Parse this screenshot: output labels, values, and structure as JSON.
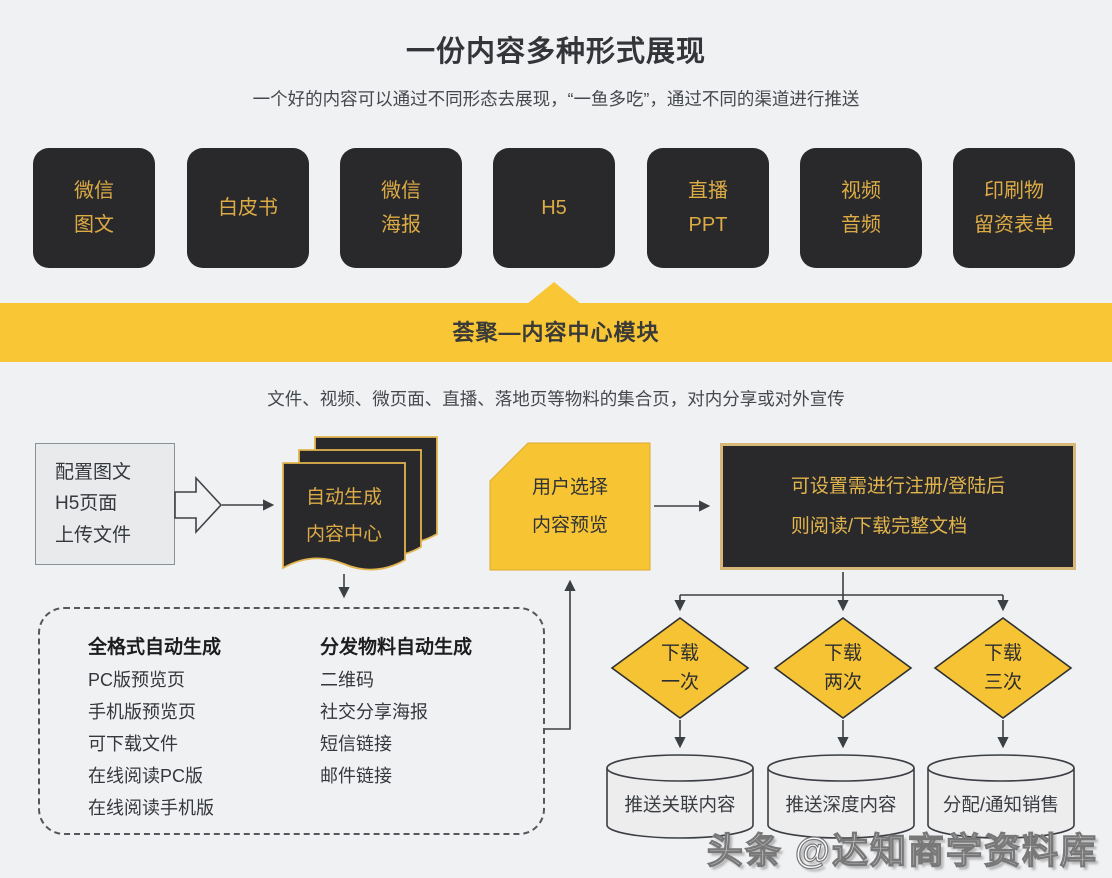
{
  "header": {
    "title": "一份内容多种形式展现",
    "subtitle": "一个好的内容可以通过不同形态去展现，“一鱼多吃”，通过不同的渠道进行推送"
  },
  "formats": [
    "微信\n图文",
    "白皮书",
    "微信\n海报",
    "H5",
    "直播\nPPT",
    "视频\n音频",
    "印刷物\n留资表单"
  ],
  "banner": {
    "label": "荟聚—内容中心模块"
  },
  "section": {
    "description": "文件、视频、微页面、直播、落地页等物料的集合页，对内分享或对外宣传"
  },
  "flow": {
    "config_box": "配置图文\nH5页面\n上传文件",
    "content_center_docs": "自动生成\n内容中心",
    "user_preview": "用户选择\n内容预览",
    "gate_note": "可设置需进行注册/登陆后\n则阅读/下载完整文档",
    "auto_generate": {
      "full_format_title": "全格式自动生成",
      "full_format_items": [
        "PC版预览页",
        "手机版预览页",
        "可下载文件",
        "在线阅读PC版",
        "在线阅读手机版"
      ],
      "distribution_title": "分发物料自动生成",
      "distribution_items": [
        "二维码",
        "社交分享海报",
        "短信链接",
        "邮件链接"
      ]
    },
    "decisions": [
      "下载\n一次",
      "下载\n两次",
      "下载\n三次"
    ],
    "outcomes": [
      "推送关联内容",
      "推送深度内容",
      "分配/通知销售"
    ]
  },
  "watermark": "头条 @达知商学资料库",
  "colors": {
    "brand_yellow": "#f9c636",
    "panel_dark": "#29292b",
    "gold_text": "#dcab45",
    "gate_border": "#d8b878",
    "background": "#f0f1f3"
  }
}
